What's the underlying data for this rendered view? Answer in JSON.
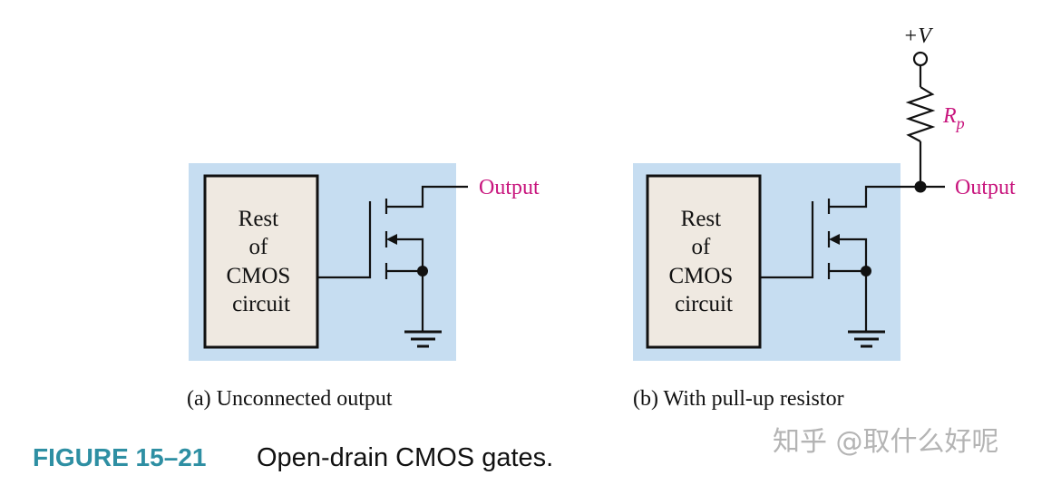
{
  "colors": {
    "panel_background": "#c6ddf1",
    "block_fill": "#efe9e1",
    "line": "#111111",
    "label_magenta": "#c8157d",
    "figure_number_teal": "#2e8fa3",
    "watermark_gray": "#b4b4b4"
  },
  "panel_a": {
    "block_label_lines": [
      "Rest",
      "of",
      "CMOS",
      "circuit"
    ],
    "output_label": "Output",
    "caption": "(a) Unconnected output"
  },
  "panel_b": {
    "block_label_lines": [
      "Rest",
      "of",
      "CMOS",
      "circuit"
    ],
    "output_label": "Output",
    "caption": "(b) With pull-up resistor",
    "supply_label": "+V",
    "resistor_label": "R",
    "resistor_subscript": "p"
  },
  "figure": {
    "number": "FIGURE 15–21",
    "title": "Open-drain CMOS gates."
  },
  "watermark": "知乎 @取什么好呢"
}
